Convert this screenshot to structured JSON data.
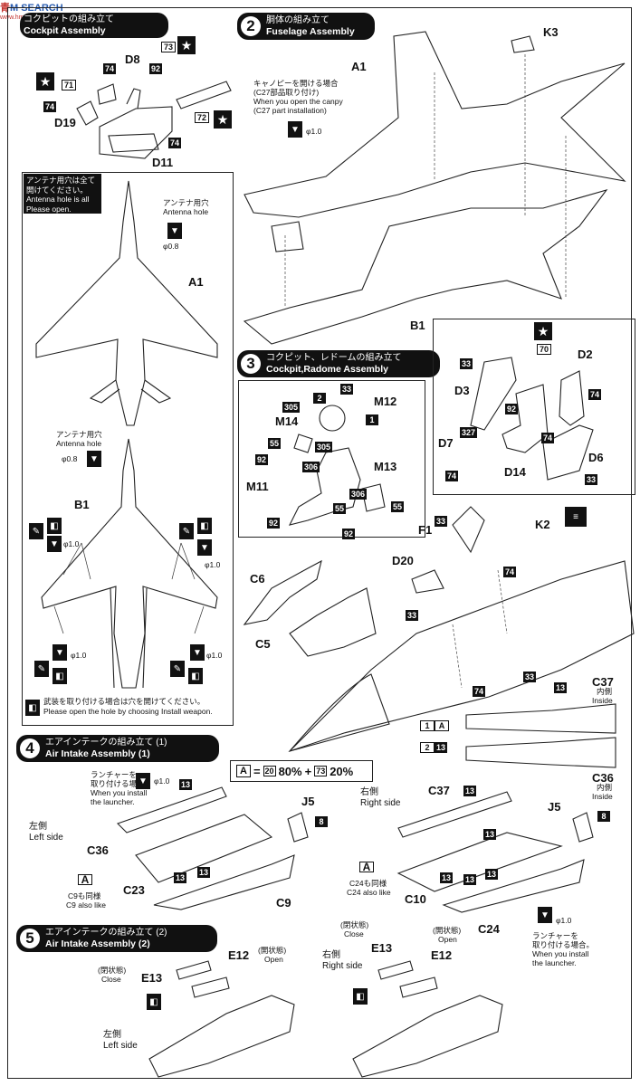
{
  "watermark": {
    "brand_cn": "青",
    "brand_rest": "M SEARCH",
    "url": "www.hmsearch.com"
  },
  "step1": {
    "title_jp": "コクピットの組み立て",
    "title_en": "Cockpit Assembly"
  },
  "step2": {
    "number": "2",
    "title_jp": "胴体の組み立て",
    "title_en": "Fuselage Assembly",
    "canopy_note_jp": "キャノピーを開ける場合",
    "canopy_note_jp2": "(C27部品取り付け)",
    "canopy_note_en": "When you open the canpy",
    "canopy_note_en2": "(C27 part installation)"
  },
  "step3": {
    "number": "3",
    "title_jp": "コクピット、レドームの組み立て",
    "title_en": "Cockpit,Radome Assembly"
  },
  "step4": {
    "number": "4",
    "title_jp": "エアインテークの組み立て (1)",
    "title_en": "Air Intake Assembly (1)",
    "left_jp": "左側",
    "left_en": "Left side",
    "launcher_jp": "ランチャーを",
    "launcher_jp2": "取り付ける場合",
    "launcher_en": "When you install",
    "launcher_en2": "the launcher.",
    "c9_jp": "C9も同様",
    "c9_en": "C9 also like"
  },
  "step4r": {
    "right_jp": "右側",
    "right_en": "Right side",
    "c24_jp": "C24も同様",
    "c24_en": "C24 also like",
    "launcher_jp": "ランチャーを",
    "launcher_jp2": "取り付ける場合。",
    "launcher_en": "When you install",
    "launcher_en2": "the launcher."
  },
  "step5": {
    "number": "5",
    "title_jp": "エアインテークの組み立て (2)",
    "title_en": "Air Intake Assembly (2)",
    "close_jp": "(閉状態)",
    "close_en": "Close",
    "open_jp": "(開状態)",
    "open_en": "Open",
    "left_jp": "左側",
    "left_en": "Left side",
    "right_jp": "右側",
    "right_en": "Right side"
  },
  "antenna": {
    "note_jp": "アンテナ用穴は全て",
    "note_jp2": "開けてください。",
    "note_en": "Antenna hole is all",
    "note_en2": "Please open.",
    "hole_jp": "アンテナ用穴",
    "hole_en": "Antenna hole",
    "size": "φ0.8"
  },
  "weapon": {
    "note_jp": "武装を取り付ける場合は穴を開けてください。",
    "note_en": "Please open the hole by choosing Install weapon."
  },
  "mix": {
    "code": "A",
    "eq": "=",
    "c1": "20",
    "p1": "80%",
    "plus": "+",
    "c2": "73",
    "p2": "20%"
  },
  "sizes": {
    "d10": "φ1.0"
  },
  "intake": {
    "c37": "C37",
    "c36": "C36",
    "inside_jp": "内側",
    "inside_en": "Inside",
    "n13": "13",
    "row1a": "1",
    "row1b": "A",
    "row2a": "2",
    "row2b": "13"
  },
  "parts": {
    "D8": "D8",
    "D19": "D19",
    "D11": "D11",
    "A1": "A1",
    "B1": "B1",
    "K3": "K3",
    "M12": "M12",
    "M14": "M14",
    "M11": "M11",
    "M13": "M13",
    "D3": "D3",
    "D2": "D2",
    "D7": "D7",
    "D14": "D14",
    "D6": "D6",
    "F1": "F1",
    "D20": "D20",
    "K2": "K2",
    "C6": "C6",
    "C5": "C5",
    "C23": "C23",
    "C36": "C36",
    "C9": "C9",
    "J5": "J5",
    "C37": "C37",
    "C10": "C10",
    "C24": "C24",
    "E12": "E12",
    "E13": "E13"
  },
  "colors": {
    "n71": "71",
    "n72": "72",
    "n73": "73",
    "n74": "74",
    "n92": "92",
    "n305": "305",
    "n306": "306",
    "n33": "33",
    "n55": "55",
    "n1": "1",
    "n2": "2",
    "n70": "70",
    "n327": "327",
    "n8": "8",
    "n13": "13"
  }
}
